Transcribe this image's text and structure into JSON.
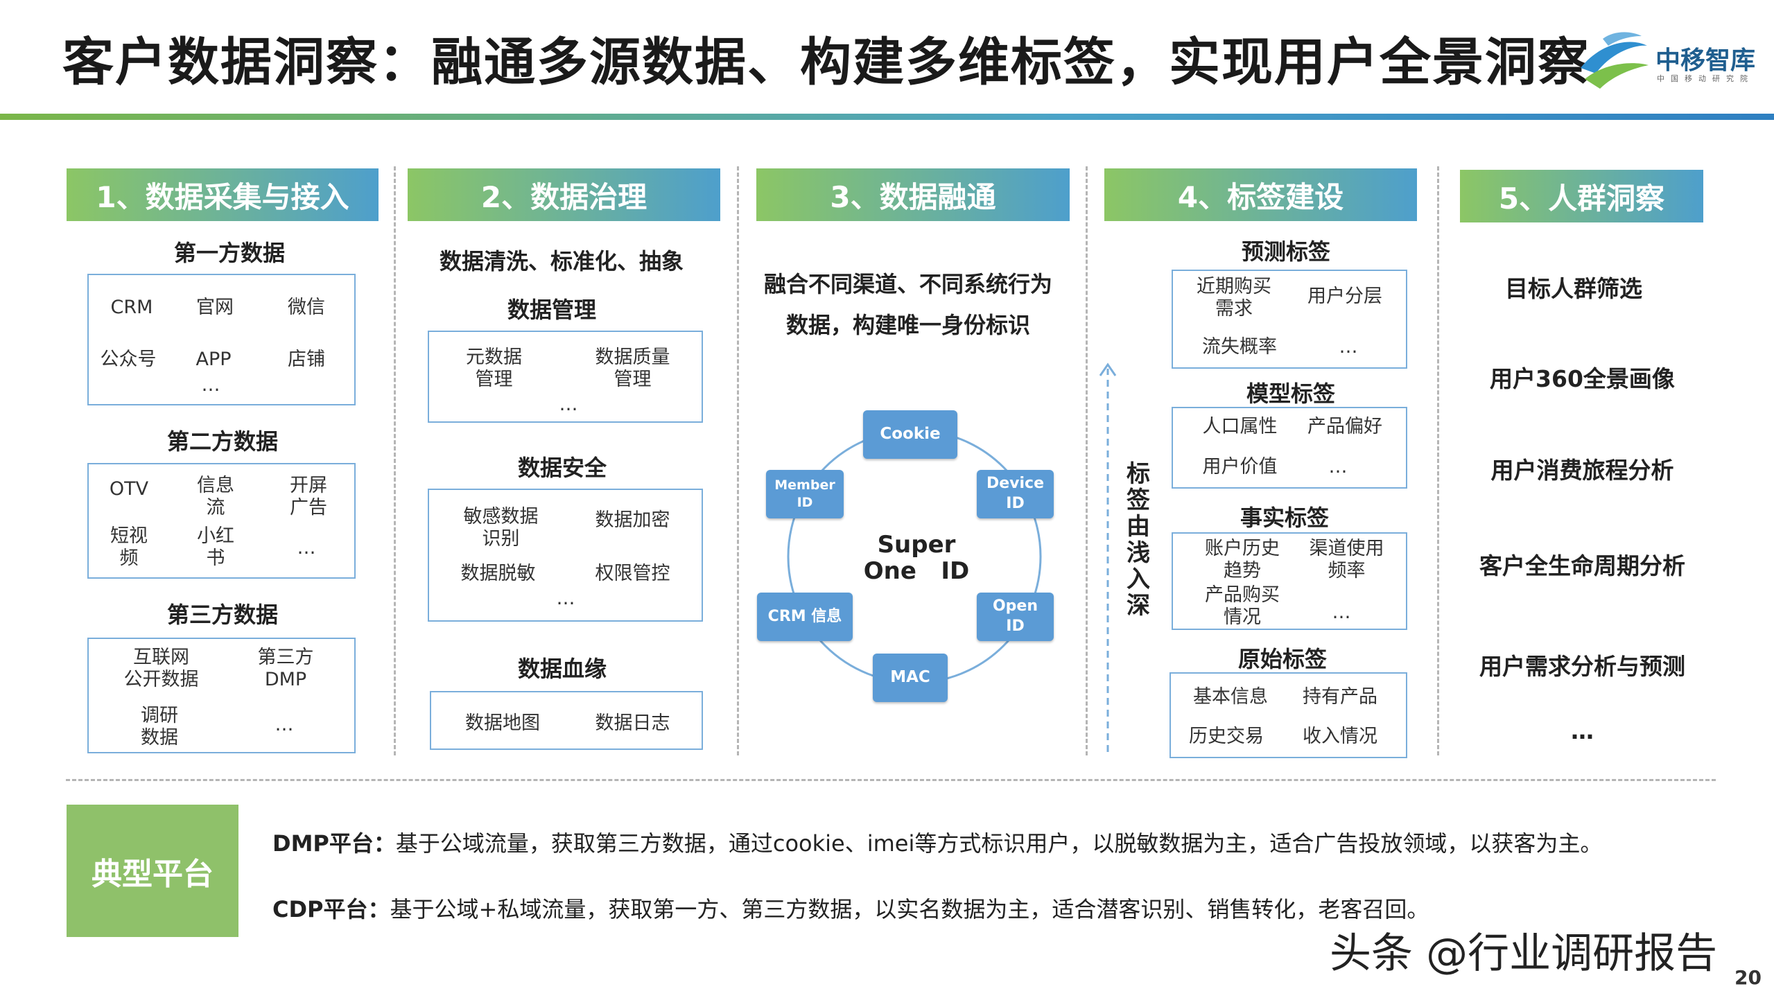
{
  "title": "客户数据洞察：融通多源数据、构建多维标签，实现用户全景洞察",
  "logo": {
    "name": "中移智库",
    "sub": "中国移动研究院"
  },
  "col1": {
    "header": "1、数据采集与接入",
    "first": {
      "title": "第一方数据",
      "items": [
        "CRM",
        "官网",
        "微信",
        "公众号",
        "APP",
        "店铺",
        "…"
      ]
    },
    "second": {
      "title": "第二方数据",
      "items": [
        "OTV",
        "信息\n流",
        "开屏\n广告",
        "短视\n频",
        "小红\n书",
        "…"
      ]
    },
    "third": {
      "title": "第三方数据",
      "items": [
        "互联网\n公开数据",
        "第三方\nDMP",
        "调研\n数据",
        "…"
      ]
    }
  },
  "col2": {
    "header": "2、数据治理",
    "intro": "数据清洗、标准化、抽象",
    "mgmt": {
      "title": "数据管理",
      "items": [
        "元数据\n管理",
        "数据质量\n管理",
        "…"
      ]
    },
    "security": {
      "title": "数据安全",
      "items": [
        "敏感数据\n识别",
        "数据加密",
        "数据脱敏",
        "权限管控",
        "…"
      ]
    },
    "lineage": {
      "title": "数据血缘",
      "items": [
        "数据地图",
        "数据日志"
      ]
    }
  },
  "col3": {
    "header": "3、数据融通",
    "desc1": "融合不同渠道、不同系统行为",
    "desc2": "数据，构建唯一身份标识",
    "center1": "Super",
    "center2": "One   ID",
    "nodes": {
      "cookie": "Cookie",
      "device": "Device\nID",
      "open": "Open\nID",
      "mac": "MAC",
      "crm": "CRM 信息",
      "member": "Member\nID"
    }
  },
  "col4": {
    "header": "4、标签建设",
    "arrow_label": "标签由浅入深",
    "predict": {
      "title": "预测标签",
      "items": [
        "近期购买\n需求",
        "用户分层",
        "流失概率",
        "…"
      ]
    },
    "model": {
      "title": "模型标签",
      "items": [
        "人口属性",
        "产品偏好",
        "用户价值",
        "…"
      ]
    },
    "fact": {
      "title": "事实标签",
      "items": [
        "账户历史\n趋势",
        "渠道使用\n频率",
        "产品购买\n情况",
        "…"
      ]
    },
    "raw": {
      "title": "原始标签",
      "items": [
        "基本信息",
        "持有产品",
        "历史交易",
        "收入情况"
      ]
    }
  },
  "col5": {
    "header": "5、人群洞察",
    "items": [
      "目标人群筛选",
      "用户360全景画像",
      "用户消费旅程分析",
      "客户全生命周期分析",
      "用户需求分析与预测",
      "…"
    ]
  },
  "platform": {
    "label": "典型平台",
    "dmp_label": "DMP平台：",
    "dmp_text": "基于公域流量，获取第三方数据，通过cookie、imei等方式标识用户，以脱敏数据为主，适合广告投放领域，以获客为主。",
    "cdp_label": "CDP平台：",
    "cdp_text": "基于公域+私域流量，获取第一方、第三方数据，以实名数据为主，适合潜客识别、销售转化，老客召回。"
  },
  "watermark": "头条 @行业调研报告",
  "page_number": "20"
}
